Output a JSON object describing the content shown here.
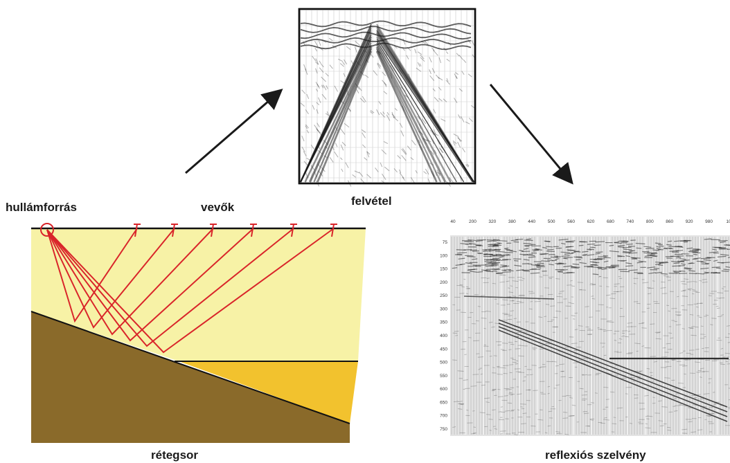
{
  "labels": {
    "source": "hullámforrás",
    "receivers": "vevők",
    "record": "felvétel",
    "layers": "rétegsor",
    "section": "reflexiós szelvény"
  },
  "section_axis": {
    "top_ticks": [
      "40",
      "200",
      "320",
      "380",
      "440",
      "500",
      "560",
      "620",
      "680",
      "740",
      "800",
      "860",
      "920",
      "980",
      "10"
    ],
    "left_ticks": [
      "75",
      "100",
      "150",
      "200",
      "250",
      "300",
      "350",
      "400",
      "450",
      "500",
      "550",
      "600",
      "650",
      "700",
      "750"
    ]
  },
  "colors": {
    "upper_layer": "#f7f2a6",
    "lower_layer": "#8a6a2a",
    "wedge_layer": "#f2c22e",
    "rays": "#d9252a",
    "arrows": "#1a1a1a",
    "seismic_ink": "#1a1a1a"
  }
}
